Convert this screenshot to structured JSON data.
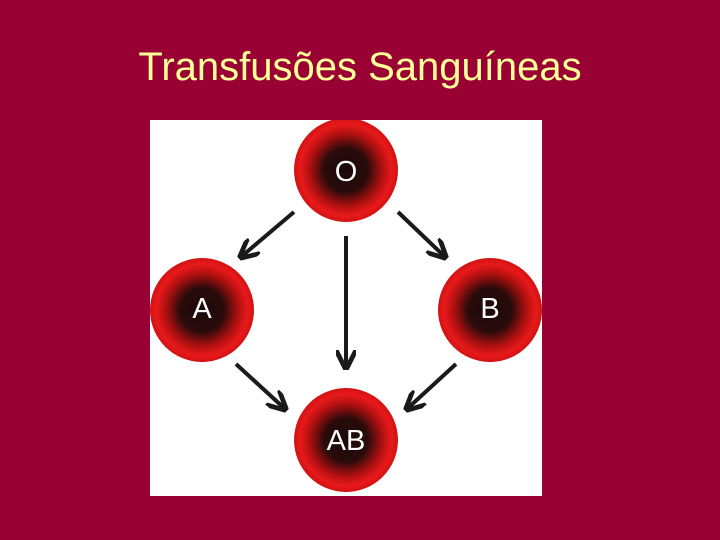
{
  "slide": {
    "title": "Transfusões Sanguíneas"
  },
  "diagram": {
    "nodes": {
      "o": {
        "label": "O"
      },
      "a": {
        "label": "A"
      },
      "b": {
        "label": "B"
      },
      "ab": {
        "label": "AB"
      }
    },
    "edges": [
      {
        "from": "O",
        "to": "A"
      },
      {
        "from": "O",
        "to": "B"
      },
      {
        "from": "O",
        "to": "AB"
      },
      {
        "from": "A",
        "to": "AB"
      },
      {
        "from": "B",
        "to": "AB"
      }
    ],
    "colors": {
      "background": "#990033",
      "title": "#ffff99",
      "panel": "#ffffff",
      "cell_rim": "#e01414",
      "cell_core": "#1a0a0a",
      "arrow": "#1a1a1a"
    }
  }
}
